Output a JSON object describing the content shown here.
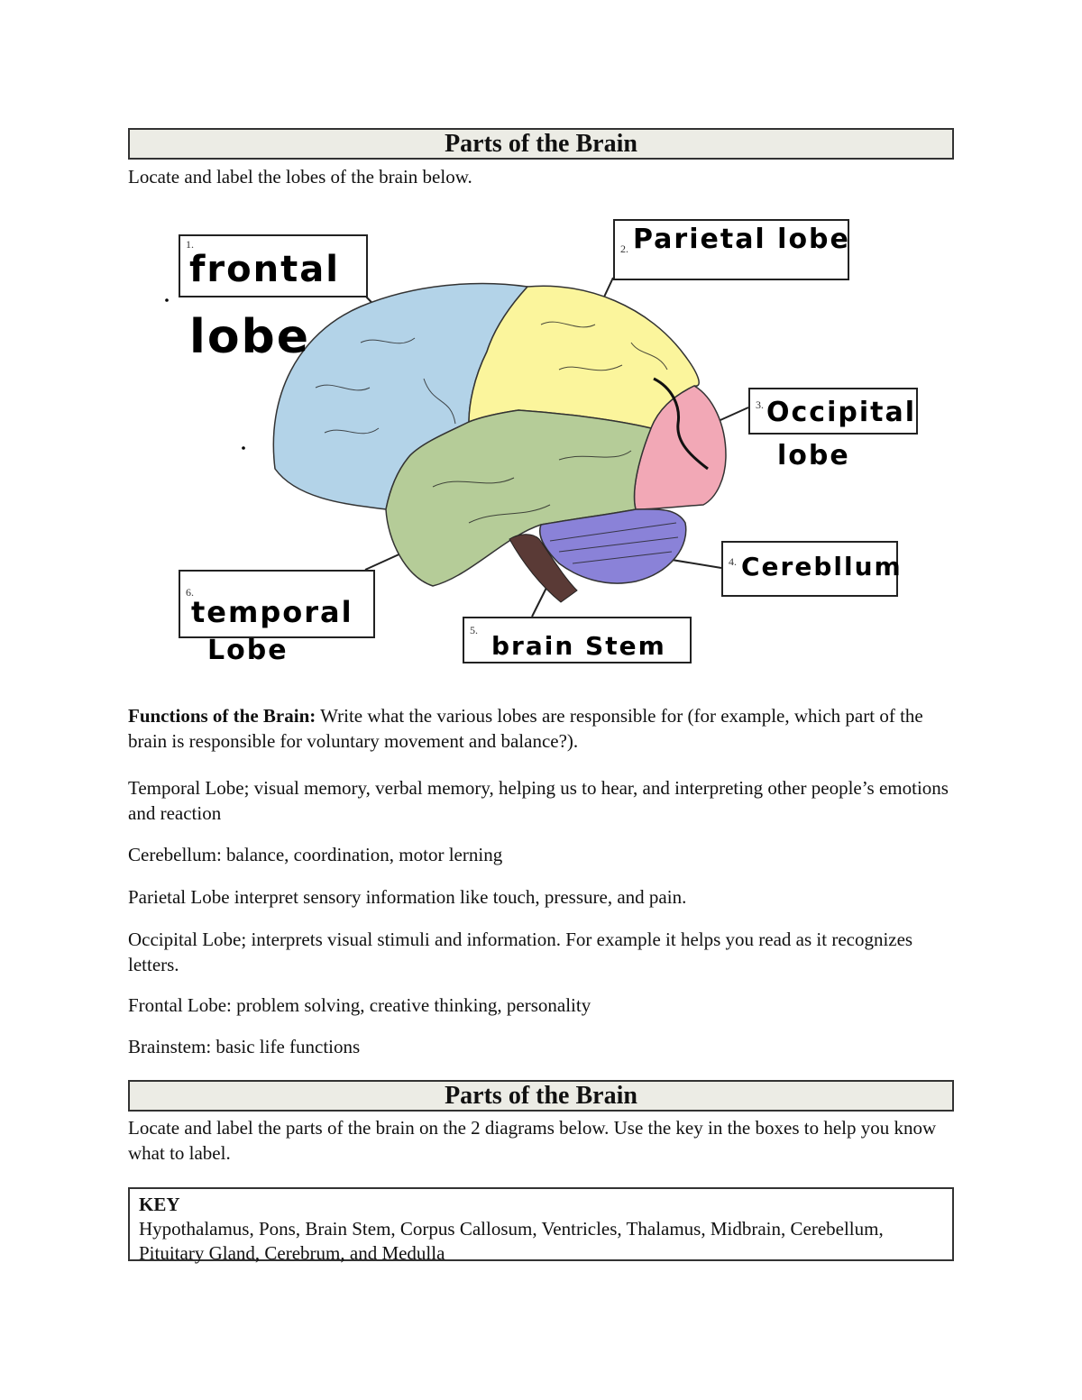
{
  "section1": {
    "title": "Parts of the Brain",
    "instruction": "Locate and label the lobes of the brain below."
  },
  "labels": [
    {
      "num": "1.",
      "line1": "frontal",
      "line2": "lobe"
    },
    {
      "num": "2.",
      "line1": "Parietal lobe",
      "line2": ""
    },
    {
      "num": "3.",
      "line1": "Occipital",
      "line2": "lobe"
    },
    {
      "num": "4.",
      "line1": "Cerebllum",
      "line2": ""
    },
    {
      "num": "5.",
      "line1": "brain Stem",
      "line2": ""
    },
    {
      "num": "6.",
      "line1": "temporal",
      "line2": "Lobe"
    }
  ],
  "lobe_colors": {
    "frontal": "#b3d3e8",
    "parietal": "#fbf59c",
    "occipital": "#f2a8b6",
    "temporal": "#b5cc98",
    "cerebellum": "#8a82d8",
    "brainstem": "#5a3a36"
  },
  "functions": {
    "heading": "Functions of the Brain:",
    "intro": " Write what the various lobes are responsible for (for example, which part of the brain is responsible for voluntary movement and balance?).",
    "items": [
      "Temporal Lobe; visual memory, verbal memory, helping us to hear, and interpreting other people’s emotions and reaction",
      "Cerebellum: balance, coordination, motor lerning",
      "Parietal Lobe interpret sensory information like touch, pressure, and pain.",
      "Occipital Lobe; interprets visual stimuli and information.  For example it helps you read as it recognizes letters.",
      "Frontal Lobe: problem solving, creative thinking, personality",
      "Brainstem: basic life functions"
    ]
  },
  "section2": {
    "title": "Parts of the Brain",
    "instruction": "Locate and label the parts of the brain on the 2 diagrams below.  Use the key in the boxes to help you know what to label."
  },
  "key": {
    "heading": "KEY",
    "text": "Hypothalamus, Pons, Brain Stem, Corpus Callosum, Ventricles, Thalamus, Midbrain, Cerebellum, Pituitary Gland, Cerebrum, and Medulla"
  }
}
